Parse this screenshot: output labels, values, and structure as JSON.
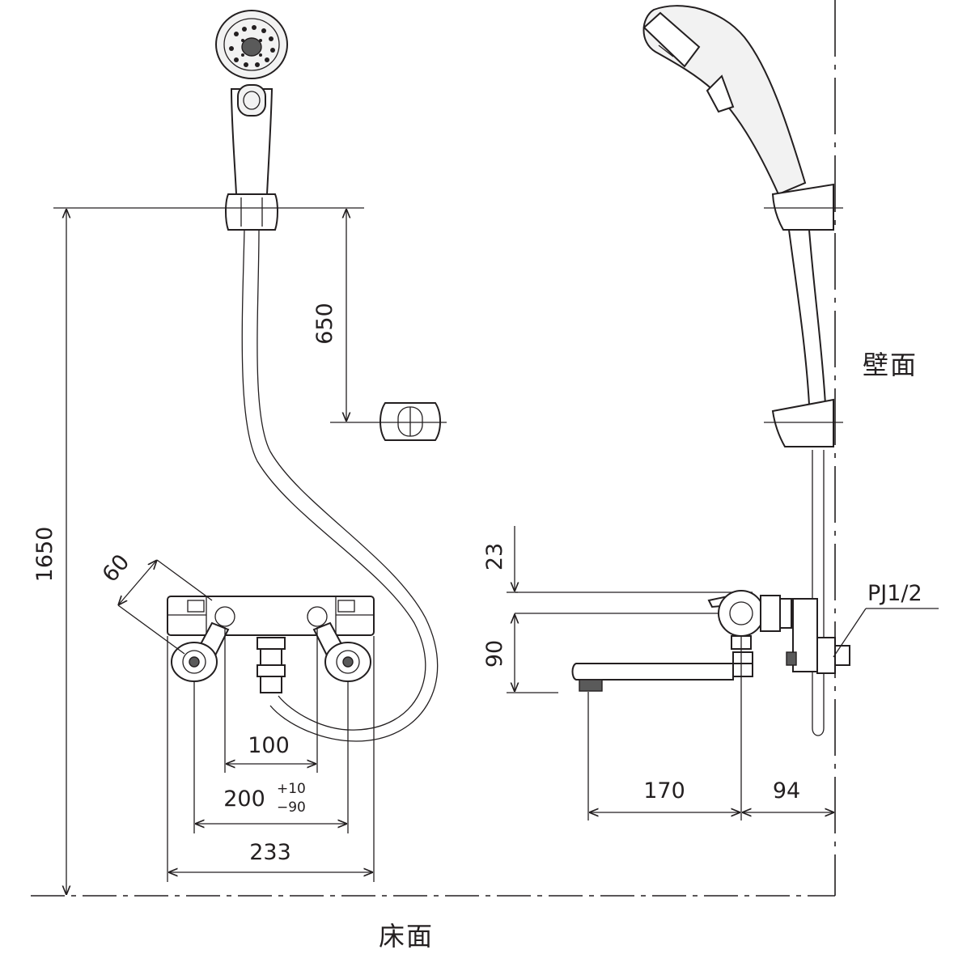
{
  "labels": {
    "wall": "壁面",
    "floor": "床面",
    "thread": "PJ1/2"
  },
  "dimensions": {
    "total_height": "1650",
    "slide_range": "650",
    "handle_angle": "60",
    "inner_spacing": "100",
    "mount_spacing": "200",
    "mount_tol_plus": "+10",
    "mount_tol_minus": "−90",
    "body_width": "233",
    "upper_offset": "23",
    "spout_drop": "90",
    "spout_reach": "170",
    "wall_offset": "94"
  },
  "colors": {
    "line": "#231f20",
    "background": "#ffffff"
  }
}
